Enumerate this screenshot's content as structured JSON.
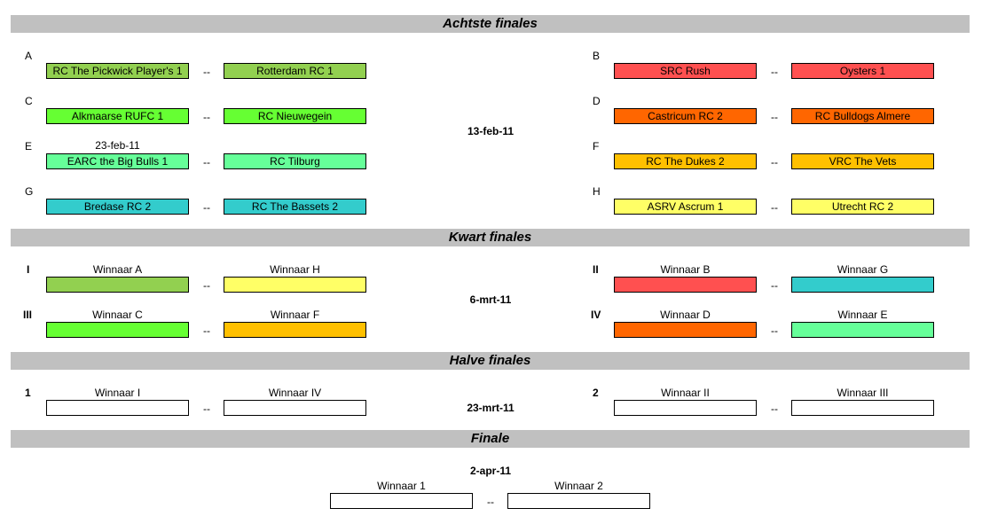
{
  "sections": {
    "r16": "Achtste finales",
    "qf": "Kwart finales",
    "sf": "Halve finales",
    "final": "Finale"
  },
  "dates": {
    "r16": "13-feb-11",
    "r16_extra": "23-feb-11",
    "qf": "6-mrt-11",
    "sf": "23-mrt-11",
    "final": "2-apr-11"
  },
  "separator": "--",
  "r16": {
    "A": {
      "letter": "A",
      "home": "RC The Pickwick Player's 1",
      "away": "Rotterdam RC 1",
      "color": "#92d050"
    },
    "B": {
      "letter": "B",
      "home": "SRC Rush",
      "away": "Oysters 1",
      "color": "#ff5050"
    },
    "C": {
      "letter": "C",
      "home": "Alkmaarse RUFC 1",
      "away": "RC Nieuwegein",
      "color": "#66ff33"
    },
    "D": {
      "letter": "D",
      "home": "Castricum RC 2",
      "away": "RC Bulldogs Almere",
      "color": "#ff6600"
    },
    "E": {
      "letter": "E",
      "home": "EARC the Big Bulls 1",
      "away": "RC Tilburg",
      "color": "#66ff99"
    },
    "F": {
      "letter": "F",
      "home": "RC The Dukes 2",
      "away": "VRC The Vets",
      "color": "#ffc000"
    },
    "G": {
      "letter": "G",
      "home": "Bredase RC 2",
      "away": "RC The Bassets 2",
      "color": "#33cccc"
    },
    "H": {
      "letter": "H",
      "home": "ASRV Ascrum 1",
      "away": "Utrecht RC 2",
      "color": "#ffff66"
    }
  },
  "qf": {
    "I": {
      "letter": "I",
      "home_label": "Winnaar A",
      "away_label": "Winnaar H",
      "home_color": "#92d050",
      "away_color": "#ffff66"
    },
    "II": {
      "letter": "II",
      "home_label": "Winnaar B",
      "away_label": "Winnaar G",
      "home_color": "#ff5050",
      "away_color": "#33cccc"
    },
    "III": {
      "letter": "III",
      "home_label": "Winnaar C",
      "away_label": "Winnaar F",
      "home_color": "#66ff33",
      "away_color": "#ffc000"
    },
    "IV": {
      "letter": "IV",
      "home_label": "Winnaar D",
      "away_label": "Winnaar E",
      "home_color": "#ff6600",
      "away_color": "#66ff99"
    }
  },
  "sf": {
    "one": {
      "letter": "1",
      "home_label": "Winnaar I",
      "away_label": "Winnaar IV"
    },
    "two": {
      "letter": "2",
      "home_label": "Winnaar II",
      "away_label": "Winnaar III"
    }
  },
  "final": {
    "home_label": "Winnaar 1",
    "away_label": "Winnaar 2"
  }
}
